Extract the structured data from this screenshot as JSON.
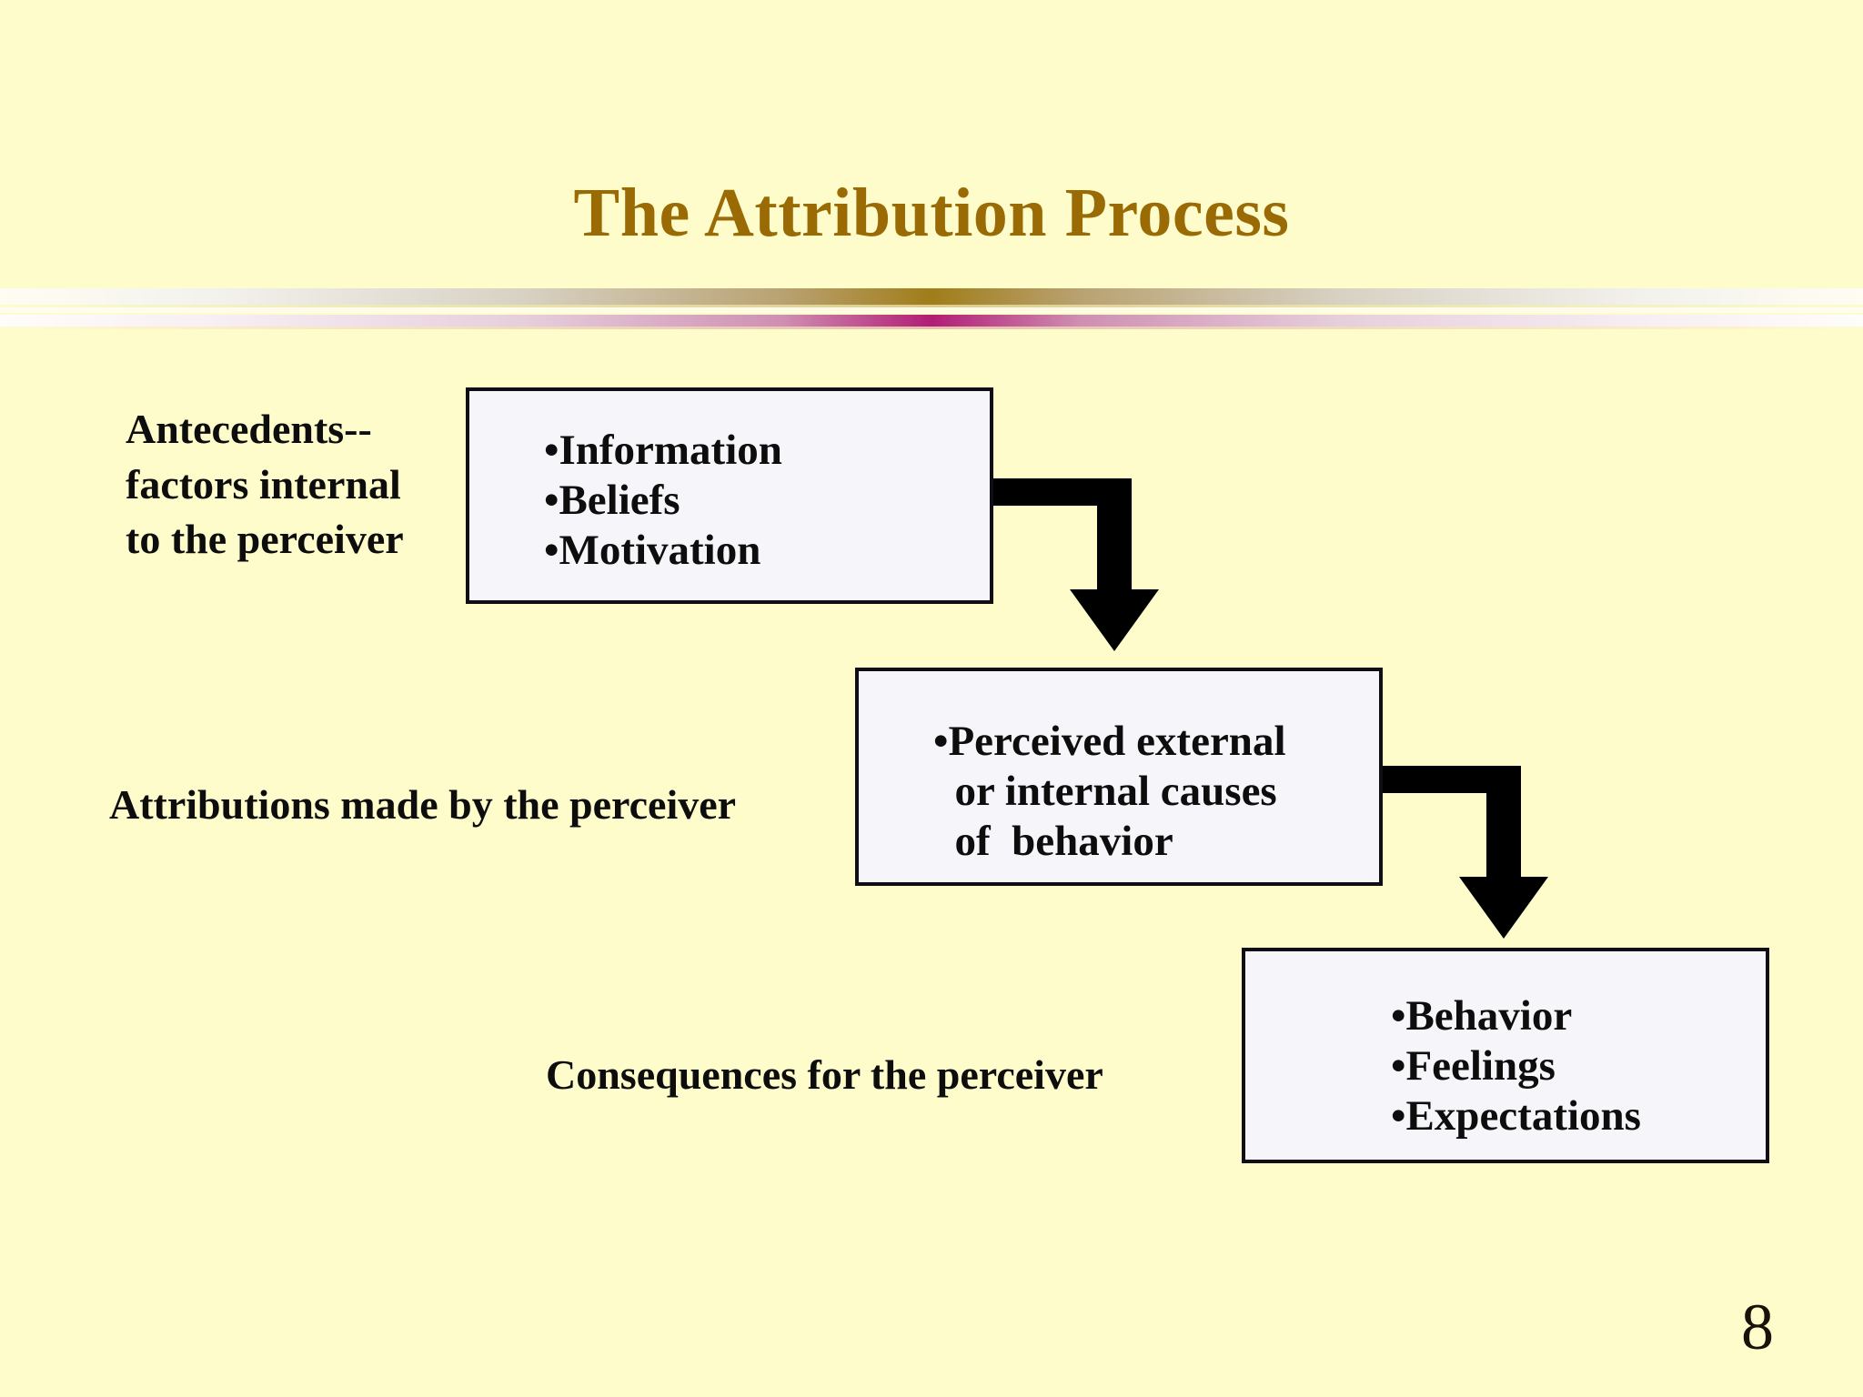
{
  "slide": {
    "title": "The Attribution Process",
    "page_number": "8",
    "background_color": "#fffccc",
    "title_color": "#9a6b05",
    "box_fill_color": "#f6f5f9",
    "box_border_color": "#100d14",
    "text_color": "#0d0d0d",
    "divider": {
      "gold_accent_color": "#a07d19",
      "magenta_accent_color": "#b11d74",
      "edge_color": "#fffdf2"
    }
  },
  "stages": [
    {
      "label": "Antecedents--\nfactors internal\nto the perceiver",
      "label_name": "antecedents-label",
      "box_name": "antecedents-box",
      "items": "•Information\n•Beliefs\n•Motivation",
      "bullets": [
        "Information",
        "Beliefs",
        "Motivation"
      ]
    },
    {
      "label": "Attributions made by the perceiver",
      "label_name": "attributions-label",
      "box_name": "perceived-causes-box",
      "items": "•Perceived external\n  or internal causes\n  of  behavior",
      "bullets": [
        "Perceived external or internal causes of  behavior"
      ]
    },
    {
      "label": "Consequences for the perceiver",
      "label_name": "consequences-label",
      "box_name": "consequences-box",
      "items": "•Behavior\n•Feelings\n•Expectations",
      "bullets": [
        "Behavior",
        "Feelings",
        "Expectations"
      ]
    }
  ],
  "arrows": [
    {
      "name": "arrow-antecedents-to-causes",
      "from": "antecedents-box",
      "to": "perceived-causes-box",
      "shape": "elbow-right-down"
    },
    {
      "name": "arrow-causes-to-consequences",
      "from": "perceived-causes-box",
      "to": "consequences-box",
      "shape": "elbow-right-down"
    }
  ]
}
